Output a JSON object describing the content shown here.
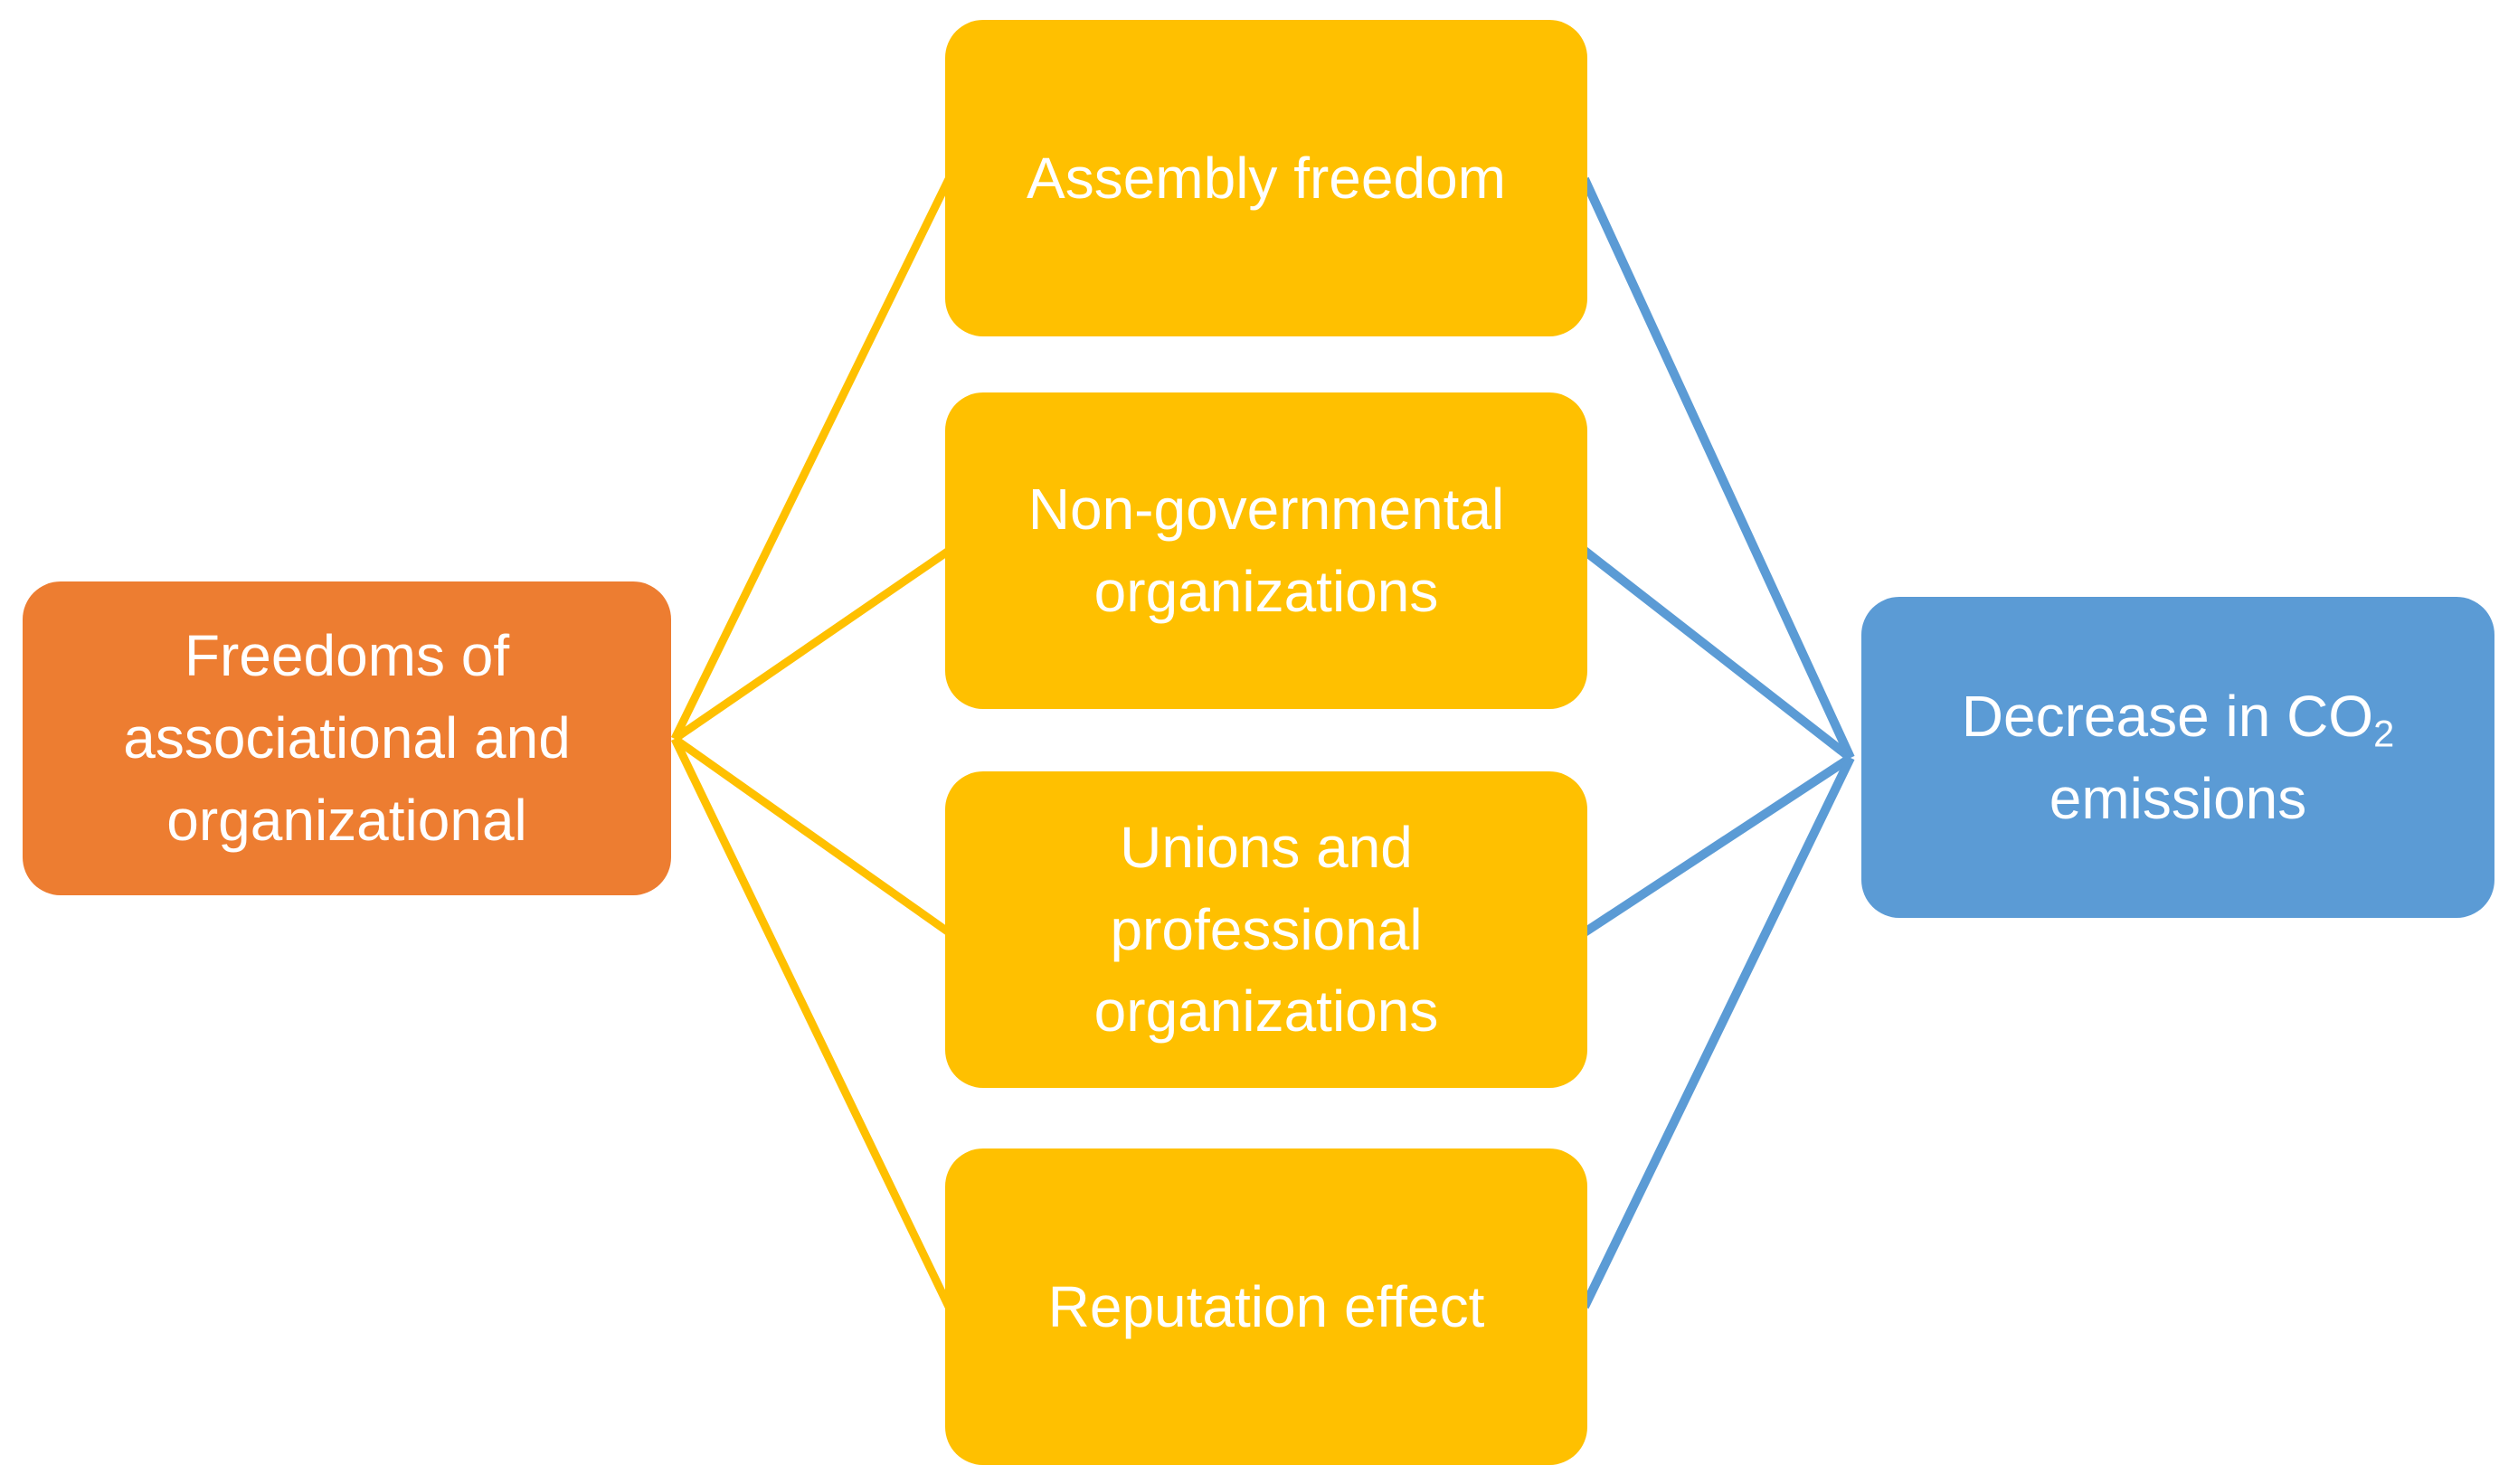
{
  "diagram": {
    "type": "mediation-flow",
    "source": {
      "label": "Freedoms of associational and organizational",
      "fill": "#ED7D31"
    },
    "mediators": {
      "fill": "#FFC000",
      "items": [
        {
          "label": "Assembly freedom"
        },
        {
          "label": "Non-governmental organizations"
        },
        {
          "label": "Unions and professional organizations"
        },
        {
          "label": "Reputation effect"
        }
      ]
    },
    "outcome": {
      "label_prefix": "Decrease in CO",
      "label_subscript": "2",
      "label_suffix": "emissions",
      "fill": "#5B9BD5"
    },
    "connectors": {
      "source_color": "#FFC000",
      "outcome_color": "#5B9BD5"
    },
    "text_color": "#FFFFFF"
  }
}
